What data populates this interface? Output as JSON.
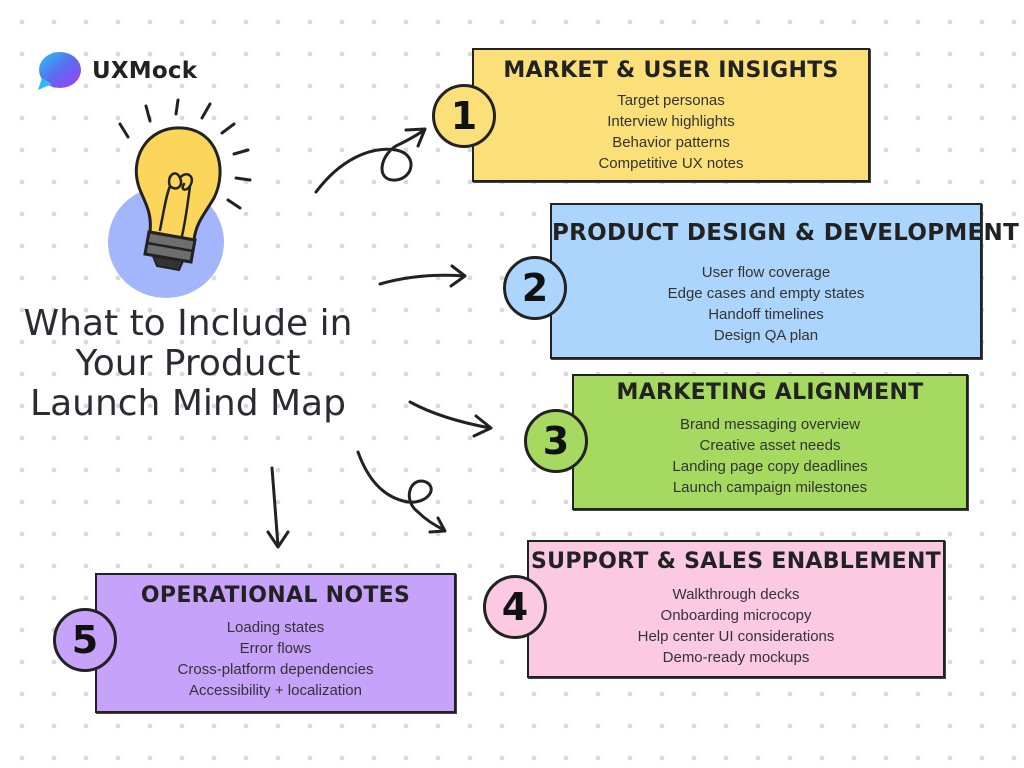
{
  "brand": {
    "name": "UXMock"
  },
  "title_lines": [
    "What to Include in",
    "Your Product",
    "Launch Mind Map"
  ],
  "sections": [
    {
      "number": "1",
      "title": "MARKET & USER INSIGHTS",
      "color": "#fbe079",
      "items": [
        "Target personas",
        "Interview highlights",
        "Behavior patterns",
        "Competitive UX notes"
      ]
    },
    {
      "number": "2",
      "title": "PRODUCT DESIGN & DEVELOPMENT",
      "color": "#acd5fd",
      "items": [
        "User flow coverage",
        "Edge cases and empty states",
        "Handoff timelines",
        "Design QA plan"
      ]
    },
    {
      "number": "3",
      "title": "MARKETING ALIGNMENT",
      "color": "#a6d95f",
      "items": [
        "Brand messaging overview",
        "Creative asset needs",
        "Landing page copy deadlines",
        "Launch campaign milestones"
      ]
    },
    {
      "number": "4",
      "title": "SUPPORT & SALES ENABLEMENT",
      "color": "#fbc9e2",
      "items": [
        "Walkthrough decks",
        "Onboarding microcopy",
        "Help center UI considerations",
        "Demo-ready mockups"
      ]
    },
    {
      "number": "5",
      "title": "OPERATIONAL NOTES",
      "color": "#c6a2fb",
      "items": [
        "Loading states",
        "Error flows",
        "Cross-platform dependencies",
        "Accessibility + localization"
      ]
    }
  ],
  "icons": [
    "chat-bubble-logo-icon",
    "lightbulb-icon",
    "arrow-icon"
  ]
}
